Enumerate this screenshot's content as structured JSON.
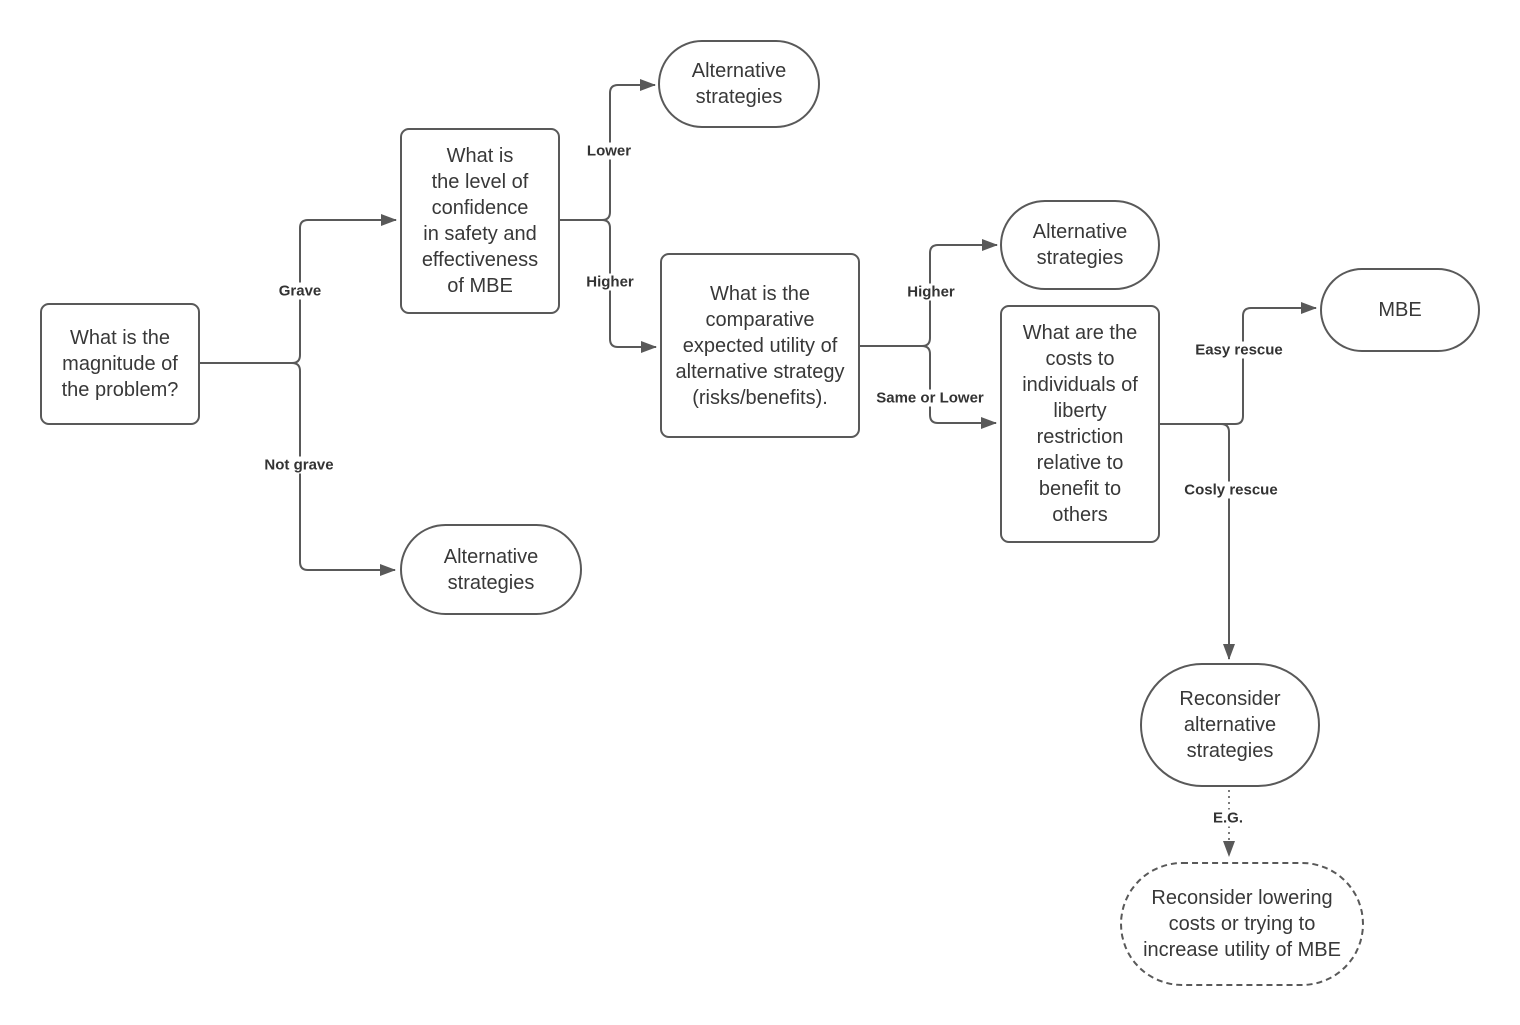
{
  "diagram": {
    "type": "flowchart",
    "colors": {
      "stroke": "#595959",
      "text": "#383838",
      "background": "#ffffff"
    },
    "nodes": {
      "magnitude": {
        "label": "What is the magnitude of the problem?",
        "shape": "rounded-rect"
      },
      "confidence": {
        "label": "What is the level of confidence in safety and effectiveness of MBE",
        "shape": "rounded-rect"
      },
      "alt_top": {
        "label": "Alternative strategies",
        "shape": "stadium"
      },
      "comparative": {
        "label": "What is the comparative expected utility of alternative strategy (risks/benefits).",
        "shape": "rounded-rect"
      },
      "alt_mid": {
        "label": "Alternative strategies",
        "shape": "stadium"
      },
      "costs": {
        "label": "What are the costs to individuals of liberty restriction relative to benefit to others",
        "shape": "rounded-rect"
      },
      "mbe": {
        "label": "MBE",
        "shape": "stadium"
      },
      "alt_bottom": {
        "label": "Alternative strategies",
        "shape": "stadium"
      },
      "reconsider_alt": {
        "label": "Reconsider alternative strategies",
        "shape": "stadium"
      },
      "reconsider_lowering": {
        "label": "Reconsider lowering costs or trying to increase utility of MBE",
        "shape": "stadium-dashed"
      }
    },
    "edges": {
      "grave": {
        "label": "Grave",
        "from": "magnitude",
        "to": "confidence",
        "style": "solid"
      },
      "not_grave": {
        "label": "Not grave",
        "from": "magnitude",
        "to": "alt_bottom",
        "style": "solid"
      },
      "lower": {
        "label": "Lower",
        "from": "confidence",
        "to": "alt_top",
        "style": "solid"
      },
      "higher_confidence": {
        "label": "Higher",
        "from": "confidence",
        "to": "comparative",
        "style": "solid"
      },
      "higher_utility": {
        "label": "Higher",
        "from": "comparative",
        "to": "alt_mid",
        "style": "solid"
      },
      "same_or_lower": {
        "label": "Same or Lower",
        "from": "comparative",
        "to": "costs",
        "style": "solid"
      },
      "easy_rescue": {
        "label": "Easy rescue",
        "from": "costs",
        "to": "mbe",
        "style": "solid"
      },
      "cosly_rescue": {
        "label": "Cosly rescue",
        "from": "costs",
        "to": "reconsider_alt",
        "style": "solid"
      },
      "eg": {
        "label": "E.G.",
        "from": "reconsider_alt",
        "to": "reconsider_lowering",
        "style": "dotted"
      }
    }
  }
}
